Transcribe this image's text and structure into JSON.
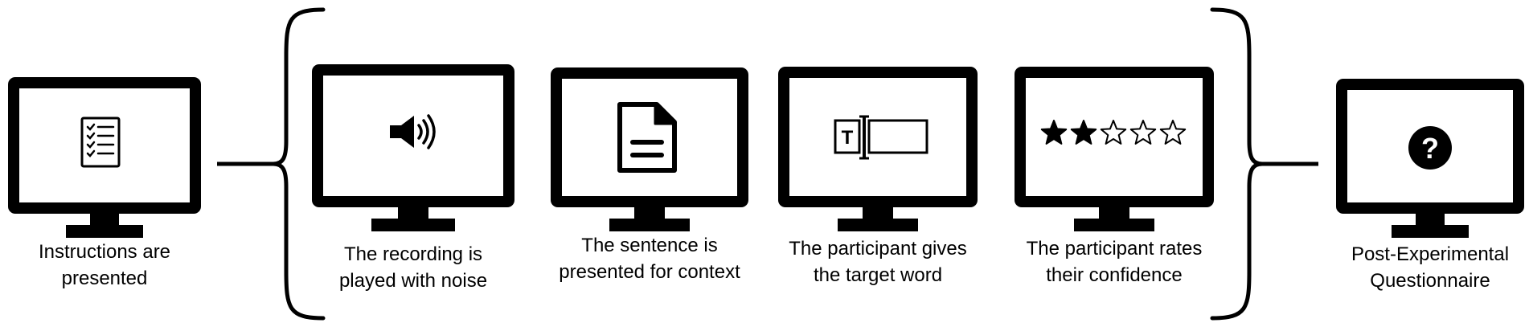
{
  "steps": [
    {
      "id": "instructions",
      "icon": "checklist-icon",
      "caption_lines": [
        "Instructions are",
        "presented"
      ]
    },
    {
      "id": "recording",
      "icon": "speaker-icon",
      "caption_lines": [
        "The recording is",
        "played with noise"
      ]
    },
    {
      "id": "sentence",
      "icon": "document-icon",
      "caption_lines": [
        "The sentence is",
        "presented for context"
      ]
    },
    {
      "id": "target-word",
      "icon": "text-input-icon",
      "caption_lines": [
        "The participant gives",
        "the target word"
      ]
    },
    {
      "id": "confidence",
      "icon": "star-rating-icon",
      "caption_lines": [
        "The participant rates",
        "their confidence"
      ]
    },
    {
      "id": "questionnaire",
      "icon": "question-mark-icon",
      "caption_lines": [
        "Post-Experimental",
        "Questionnaire"
      ]
    }
  ],
  "rating": {
    "filled": 2,
    "total": 5
  },
  "text_input_icon_letter": "T",
  "question_icon_glyph": "?",
  "colors": {
    "foreground": "#000000",
    "background": "#ffffff"
  }
}
